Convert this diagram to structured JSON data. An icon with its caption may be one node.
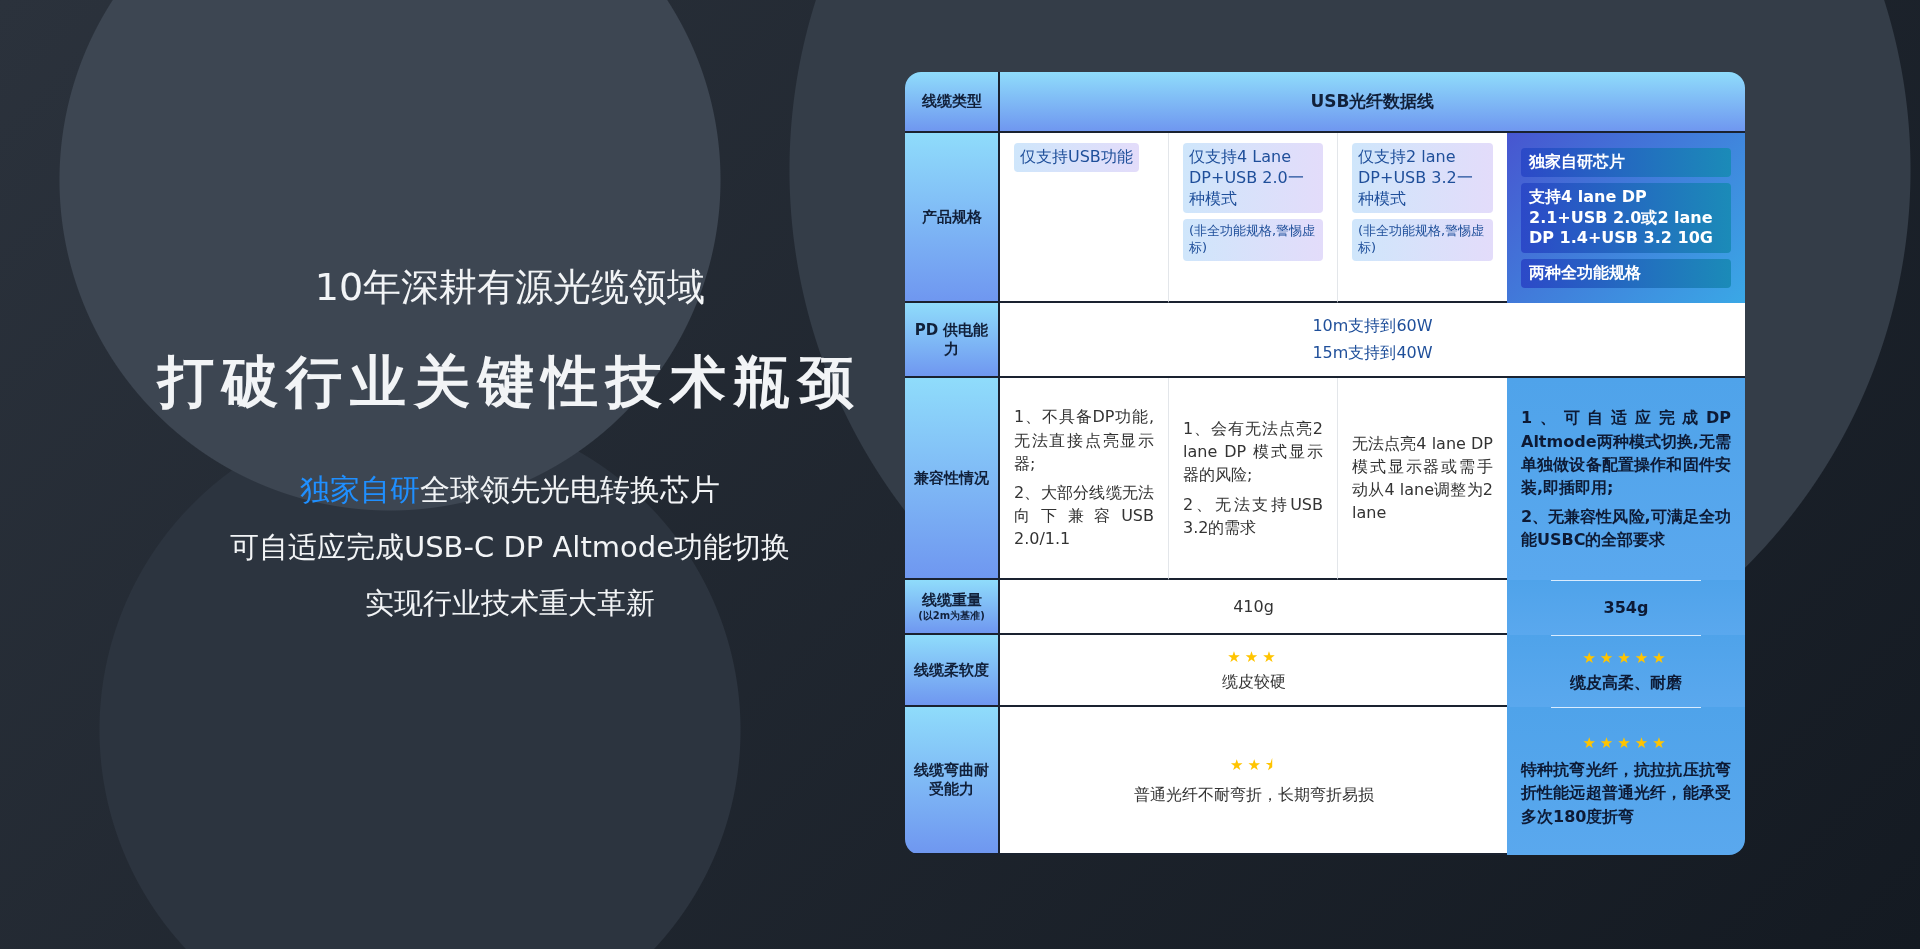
{
  "diagram": {
    "labels": [
      "10年深耕有源光缆领域",
      "打破行业关键性技术瓶颈",
      "**独家自研**全球领先光电转换芯片",
      "可自适应完成USB-C DP Altmode功能切换",
      "实现行业技术重大革新",
      "线缆类型",
      "USB光纤数据线",
      "产品规格",
      "仅支持USB功能",
      "仅支持4 Lane DP+USB 2.0一种模式",
      "(非全功能规格,警惕虚标)",
      "仅支持2 lane DP+USB 3.2一种模式",
      "(非全功能规格,警惕虚标)",
      "独家自研芯片",
      "支持4 lane DP 2.1+USB 2.0或2 lane DP 1.4+USB 3.2 10G",
      "两种全功能规格",
      "PD 供电能力",
      "10m支持到60W",
      "15m支持到40W",
      "兼容性情况",
      "1、不具备DP功能,无法直接点亮显示器;",
      "2、大部分线缆无法向下兼容USB 2.0/1.1",
      "1、会有无法点亮2 lane DP 模式显示器的风险;",
      "2、无法支持USB 3.2的需求",
      "无法点亮4 lane DP模式显示器或需手动从4 lane调整为2 lane",
      "1、可自适应完成DP Altmode两种模式切换,无需单独做设备配置操作和固件安装,即插即用;",
      "2、无兼容性风险,可满足全功能USBC的全部要求",
      "线缆重量",
      "(以2m为基准)",
      "410g",
      "354g",
      "线缆柔软度",
      "★★★",
      "缆皮较硬",
      "★★★★★",
      "缆皮高柔、耐磨",
      "线缆弯曲耐受能力",
      "★★⯨",
      "普通光纤不耐弯折，长期弯折易损",
      "★★★★★",
      "特种抗弯光纤，抗拉抗压抗弯折性能远超普通光纤，能承受多次180度折弯"
    ]
  }
}
